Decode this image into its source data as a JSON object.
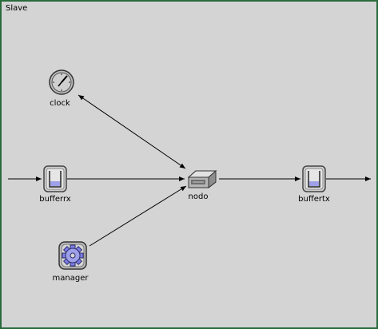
{
  "module_title": "Slave",
  "nodes": {
    "clock": {
      "label": "clock",
      "icon": "clock-icon"
    },
    "bufferrx": {
      "label": "bufferrx",
      "icon": "queue-icon"
    },
    "nodo": {
      "label": "nodo",
      "icon": "router-icon"
    },
    "buffertx": {
      "label": "buffertx",
      "icon": "queue-icon"
    },
    "manager": {
      "label": "manager",
      "icon": "gear-icon"
    }
  },
  "connections": [
    {
      "from": "clock",
      "to": "nodo",
      "bidirectional": true
    },
    {
      "from": "input-gate",
      "to": "bufferrx",
      "bidirectional": false
    },
    {
      "from": "bufferrx",
      "to": "nodo",
      "bidirectional": false
    },
    {
      "from": "manager",
      "to": "nodo",
      "bidirectional": false
    },
    {
      "from": "nodo",
      "to": "buffertx",
      "bidirectional": false
    },
    {
      "from": "buffertx",
      "to": "output-gate",
      "bidirectional": false
    }
  ],
  "colors": {
    "border": "#2a6b3c",
    "background": "#d4d4d4",
    "edge": "#000000",
    "queue_fill": "#9ea0e8"
  }
}
